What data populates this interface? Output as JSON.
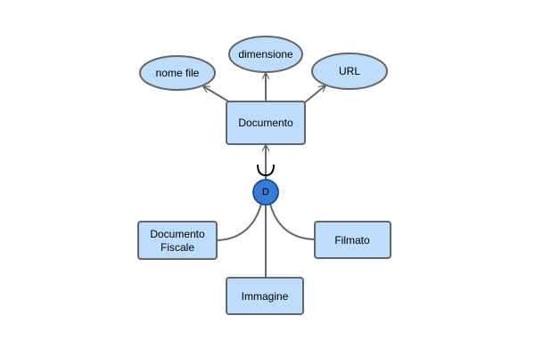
{
  "colors": {
    "entity_fill": "#bdddfb",
    "attribute_fill": "#bdddfb",
    "stroke": "#666666",
    "disjoint_fill": "#3b7bd6",
    "disjoint_stroke": "#1f4f99"
  },
  "attributes": [
    {
      "id": "nome-file",
      "label": "nome file"
    },
    {
      "id": "dimensione",
      "label": "dimensione"
    },
    {
      "id": "url",
      "label": "URL"
    }
  ],
  "superclass": {
    "label": "Documento"
  },
  "disjoint_marker": {
    "label": "D"
  },
  "subclasses": [
    {
      "id": "documento-fiscale",
      "lines": [
        "Documento",
        "Fiscale"
      ]
    },
    {
      "id": "filmato",
      "lines": [
        "Filmato"
      ]
    },
    {
      "id": "immagine",
      "lines": [
        "Immagine"
      ]
    }
  ]
}
